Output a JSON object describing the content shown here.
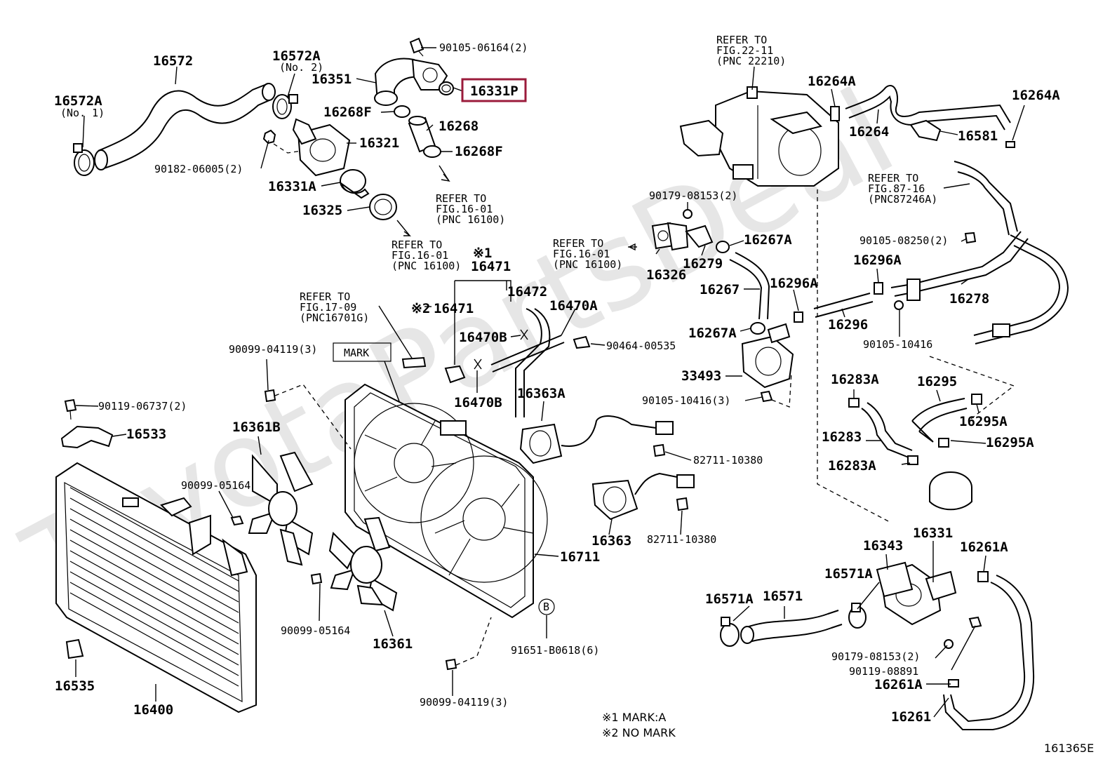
{
  "watermark": "ToyotaPartsDeal",
  "highlight_color": "#9b1b3b",
  "labels": {
    "p16572": "16572",
    "p16572A_no2": "16572A",
    "no2": "(No. 2)",
    "p16572A_no1": "16572A",
    "no1": "(No. 1)",
    "b90105_06164": "90105-06164(2)",
    "p16351": "16351",
    "p16331P": "16331P",
    "p16268F_a": "16268F",
    "p16268": "16268",
    "p16268F_b": "16268F",
    "p16321": "16321",
    "b90182_06005": "90182-06005(2)",
    "p16331A": "16331A",
    "p16325": "16325",
    "refer_fig1601_a": [
      "REFER TO",
      "FIG.16-01",
      "(PNC 16100)"
    ],
    "refer_fig1601_b": [
      "REFER TO",
      "FIG.16-01",
      "(PNC 16100)"
    ],
    "refer_fig1601_c": [
      "REFER TO",
      "FIG.16-01",
      "(PNC 16100)"
    ],
    "refer_fig2211": [
      "REFER TO",
      "FIG.22-11",
      "(PNC 22210)"
    ],
    "refer_fig8716": [
      "REFER TO",
      "FIG.87-16",
      "(PNC87246A)"
    ],
    "refer_fig1709": [
      "REFER TO",
      "FIG.17-09",
      "(PNC16701G)"
    ],
    "p16264A_a": "16264A",
    "p16264": "16264",
    "p16264A_b": "16264A",
    "p16581": "16581",
    "b90179_08153_a": "90179-08153(2)",
    "p16267A_a": "16267A",
    "p16326": "16326",
    "p16279": "16279",
    "p16267": "16267",
    "p16296A_a": "16296A",
    "p16296A_b": "16296A",
    "p16296": "16296",
    "b90105_08250": "90105-08250(2)",
    "p16278": "16278",
    "b90105_10416_a": "90105-10416",
    "p16267A_b": "16267A",
    "p33493": "33493",
    "b90105_10416_b": "90105-10416(3)",
    "mark1": "※1",
    "p16471_a": "16471",
    "p16472": "16472",
    "mark2": "※2",
    "p16471_b": "16471",
    "p16470A": "16470A",
    "p16470B_a": "16470B",
    "p16470B_b": "16470B",
    "b90464_00535": "90464-00535",
    "mark_box": "MARK",
    "b90099_04119_a": "90099-04119(3)",
    "b90119_06737": "90119-06737(2)",
    "p16533": "16533",
    "p16361B": "16361B",
    "b90099_05164_a": "90099-05164",
    "p16363A": "16363A",
    "b82711_10380_a": "82711-10380",
    "p16363": "16363",
    "b82711_10380_b": "82711-10380",
    "p16711": "16711",
    "p16361": "16361",
    "b90099_05164_b": "90099-05164",
    "circle_b": "B",
    "b91651_b0618": "91651-B0618(6)",
    "b90099_04119_b": "90099-04119(3)",
    "p16535": "16535",
    "p16400": "16400",
    "p16283A_a": "16283A",
    "p16295": "16295",
    "p16283": "16283",
    "p16295A_a": "16295A",
    "p16295A_b": "16295A",
    "p16283A_b": "16283A",
    "p16343": "16343",
    "p16331": "16331",
    "p16261A_a": "16261A",
    "p16571A_a": "16571A",
    "p16571A_b": "16571A",
    "p16571": "16571",
    "b90179_08153_b": "90179-08153(2)",
    "b90119_08891": "90119-08891",
    "p16261A_b": "16261A",
    "p16261": "16261"
  },
  "notes": [
    "※1 MARK:A",
    "※2 NO MARK"
  ],
  "figure_code": "161365E"
}
